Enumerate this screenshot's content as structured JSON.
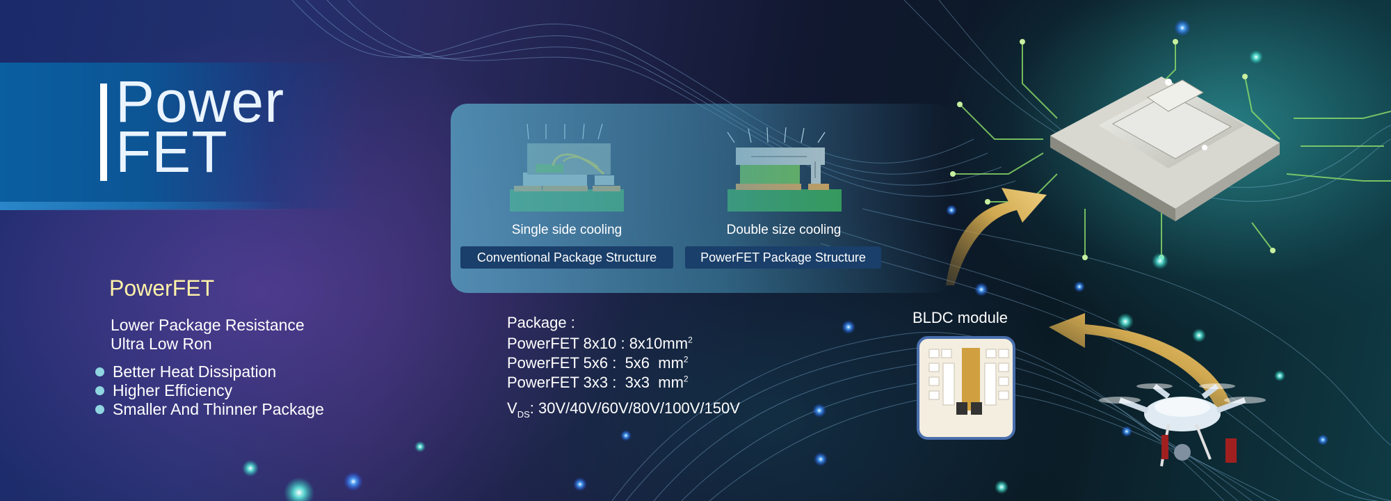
{
  "title": {
    "line1": "Power",
    "line2": "FET"
  },
  "features": {
    "brand": "PowerFET",
    "plain": [
      "Lower Package Resistance",
      "Ultra Low Ron"
    ],
    "bullets": [
      "Better Heat Dissipation",
      "Higher Efficiency",
      "Smaller And Thinner Package"
    ]
  },
  "comparison": {
    "left_caption": "Single side cooling",
    "left_label": "Conventional Package Structure",
    "right_caption": "Double size cooling",
    "right_label": "PowerFET Package Structure"
  },
  "package": {
    "heading": "Package :",
    "rows": [
      {
        "name": "PowerFET 8x10",
        "size": ": 8x10mm",
        "unit": "2"
      },
      {
        "name": "PowerFET 5x6",
        "size": ":  5x6  mm",
        "unit": "2"
      },
      {
        "name": "PowerFET 3x3",
        "size": ":  3x3  mm",
        "unit": "2"
      }
    ],
    "vds_prefix": "V",
    "vds_sub": "DS",
    "vds_values": ": 30V/40V/60V/80V/100V/150V"
  },
  "bldc": {
    "label": "BLDC module"
  },
  "colors": {
    "brand_yellow": "#fff2a8",
    "accent_blue": "#0a5fa0",
    "label_bg": "#1a3f6a"
  }
}
